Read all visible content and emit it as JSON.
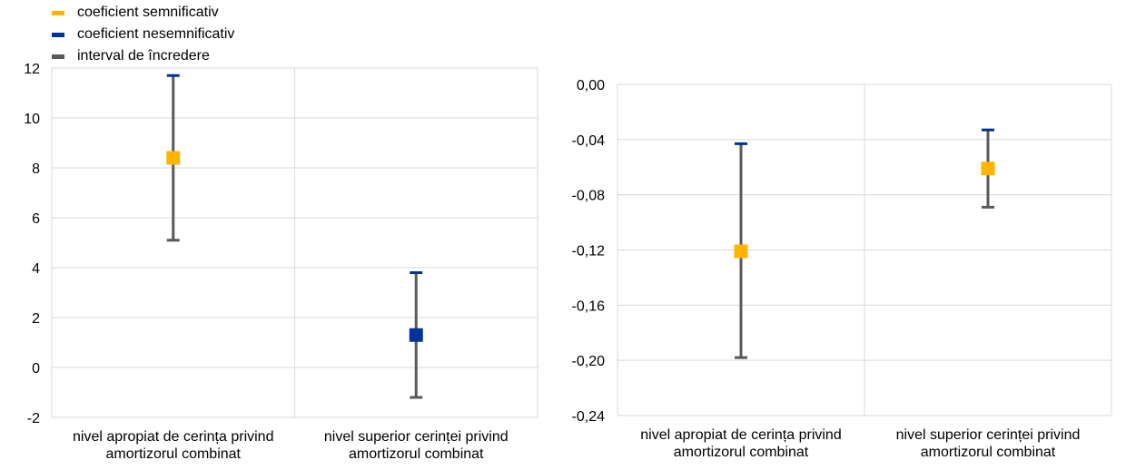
{
  "legend": {
    "items": [
      {
        "label": "coeficient semnificativ",
        "color": "#FFB400"
      },
      {
        "label": "coeficient nesemnificativ",
        "color": "#003299"
      },
      {
        "label": "interval de încredere",
        "color": "#595959"
      }
    ]
  },
  "chart_data": [
    {
      "type": "scatter",
      "title": "",
      "ylim": [
        -2,
        12
      ],
      "ytick_labels": [
        "-2",
        "0",
        "2",
        "4",
        "6",
        "8",
        "10",
        "12"
      ],
      "grid": true,
      "categories": [
        "nivel apropiat de cerința privind amortizorul combinat",
        "nivel superior cerinței privind amortizorul combinat"
      ],
      "category_lines": [
        [
          "nivel apropiat de cerința privind",
          "amortizorul combinat"
        ],
        [
          "nivel superior cerinței privind",
          "amortizorul combinat"
        ]
      ],
      "points": [
        {
          "value": 8.4,
          "lower": 5.1,
          "upper": 11.7,
          "significance": "coeficient semnificativ",
          "color": "#FFB400"
        },
        {
          "value": 1.3,
          "lower": -1.2,
          "upper": 3.8,
          "significance": "coeficient nesemnificativ",
          "color": "#003299"
        }
      ]
    },
    {
      "type": "scatter",
      "title": "",
      "ylim": [
        -0.24,
        0.0
      ],
      "ytick_labels": [
        "-0,24",
        "-0,20",
        "-0,16",
        "-0,12",
        "-0,08",
        "-0,04",
        "0,00"
      ],
      "grid": true,
      "categories": [
        "nivel apropiat de cerința privind amortizorul combinat",
        "nivel superior cerinței privind amortizorul combinat"
      ],
      "category_lines": [
        [
          "nivel apropiat de cerința privind",
          "amortizorul combinat"
        ],
        [
          "nivel superior cerinței privind",
          "amortizorul combinat"
        ]
      ],
      "points": [
        {
          "value": -0.121,
          "lower": -0.198,
          "upper": -0.043,
          "significance": "coeficient semnificativ",
          "color": "#FFB400"
        },
        {
          "value": -0.061,
          "lower": -0.089,
          "upper": -0.033,
          "significance": "coeficient semnificativ",
          "color": "#FFB400"
        }
      ]
    }
  ],
  "style": {
    "whisker_color": "#595959",
    "cap_color": "#003299",
    "grid_color": "#D9D9D9"
  }
}
